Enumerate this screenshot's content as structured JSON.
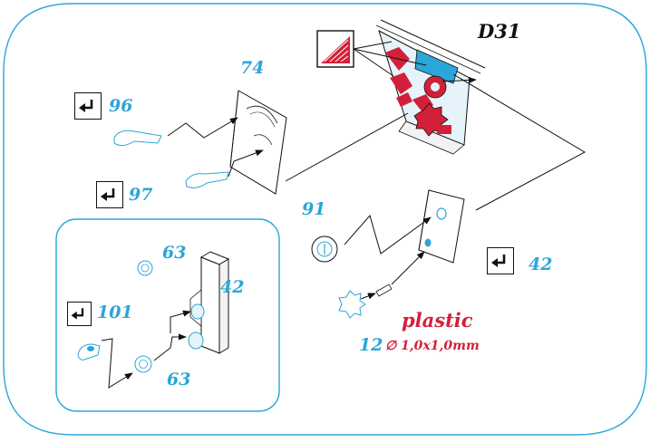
{
  "labels": {
    "d31": "D31",
    "p74": "74",
    "p96": "96",
    "p97": "97",
    "p91": "91",
    "p42_main": "42",
    "p42_inset": "42",
    "p63_top": "63",
    "p63_bottom": "63",
    "p101": "101",
    "p12": "12",
    "plastic": "plastic",
    "dimension": "∅ 1,0x1,0mm"
  },
  "colors": {
    "outline": "#2ba6d8",
    "part_number": "#2ba6d8",
    "accent_red": "#d3203a",
    "line": "#111111"
  },
  "icons": [
    "bend-arrow-icon",
    "painted-area-icon"
  ]
}
